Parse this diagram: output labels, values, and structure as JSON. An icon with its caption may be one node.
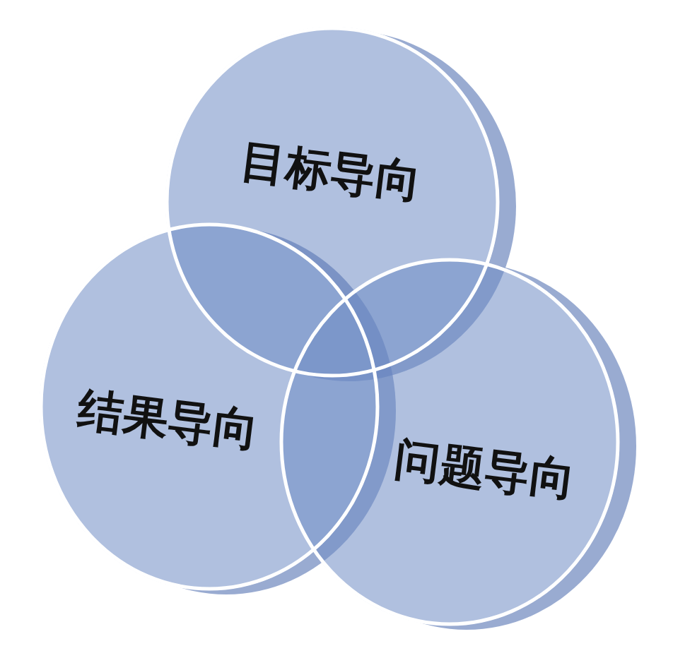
{
  "diagram": {
    "nodes": [
      {
        "text": [
          "目标导向"
        ]
      },
      {
        "text": [
          "结果导向"
        ]
      },
      {
        "text": [
          "问题导向"
        ]
      }
    ]
  }
}
